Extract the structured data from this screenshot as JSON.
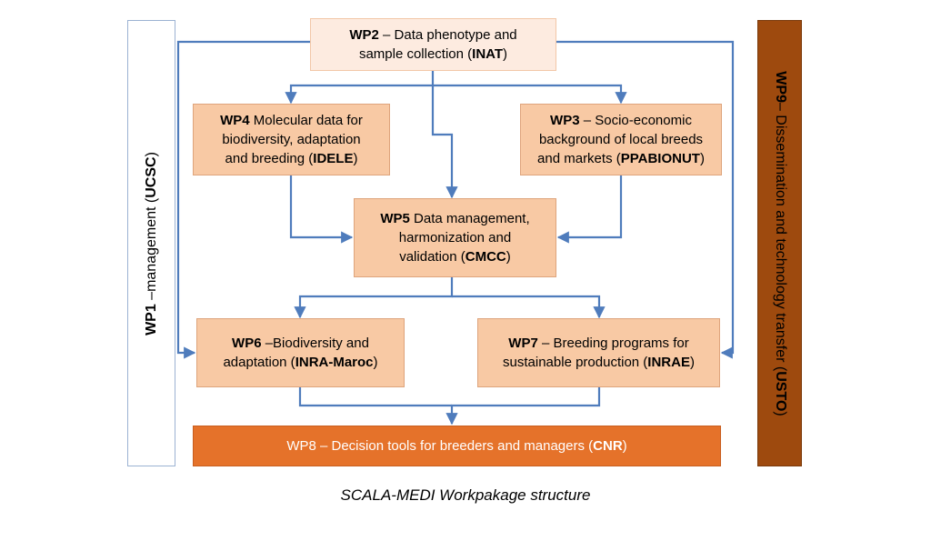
{
  "wp1": {
    "code": "WP1",
    "text": " –management (",
    "org": "UCSC",
    "close": ")"
  },
  "wp9": {
    "code": "WP9",
    "text": "– Dissemination and technology transfer (",
    "org": "USTO",
    "close": ")"
  },
  "wp2": {
    "code": "WP2",
    "line1": " – Data phenotype and",
    "line2": "sample collection (",
    "org": "INAT",
    "close": ")"
  },
  "wp4": {
    "code": "WP4",
    "line1": "  Molecular data for",
    "line2": "biodiversity, adaptation",
    "line3": "and breeding (",
    "org": "IDELE",
    "close": ")"
  },
  "wp3": {
    "code": "WP3",
    "line1": " – Socio-economic",
    "line2": "background of local breeds",
    "line3": "and markets (",
    "org": "PPABIONUT",
    "close": ")"
  },
  "wp5": {
    "code": "WP5",
    "line1": "  Data management,",
    "line2": "harmonization and",
    "line3": "validation (",
    "org": "CMCC",
    "close": ")"
  },
  "wp6": {
    "code": "WP6",
    "line1": " –Biodiversity and",
    "line2": "adaptation (",
    "org": "INRA-Maroc",
    "close": ")"
  },
  "wp7": {
    "code": "WP7",
    "line1": " – Breeding programs for",
    "line2": "sustainable production (",
    "org": "INRAE",
    "close": ")"
  },
  "wp8": {
    "text": "WP8 – Decision tools for breeders and managers (",
    "org": "CNR",
    "close": ")"
  },
  "caption": "SCALA-MEDI Workpakage structure",
  "colors": {
    "arrow": "#4f7cbc",
    "peach": "#f8c9a4",
    "light_peach": "#fdebe0",
    "orange": "#e5722a",
    "brown": "#9e4a0e"
  }
}
